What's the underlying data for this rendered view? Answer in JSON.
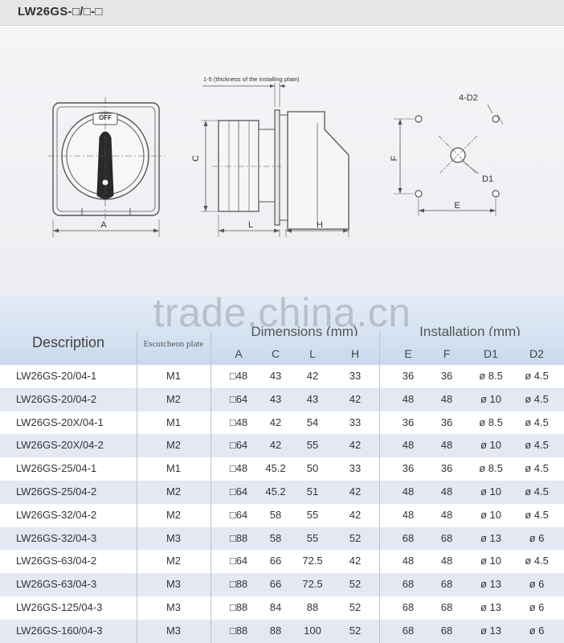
{
  "header": {
    "title": "LW26GS-□/□-□"
  },
  "drawing": {
    "plate_note": "1-5 (thickness of the installing plate)",
    "label_A": "A",
    "label_C": "C",
    "label_L": "L",
    "label_H": "H",
    "label_F": "F",
    "label_E": "E",
    "label_D1": "D1",
    "label_D2": "4-D2",
    "switch_label": "OFF"
  },
  "watermark": "trade.china.cn",
  "table": {
    "col_description": "Description",
    "col_escutcheon": "Escutcheon plate",
    "group_dimensions": "Dimensions (mm)",
    "group_installation": "Installation (mm)",
    "cols": {
      "a": "A",
      "c": "C",
      "l": "L",
      "h": "H",
      "e": "E",
      "f": "F",
      "d1": "D1",
      "d2": "D2"
    },
    "rows": [
      {
        "desc": "LW26GS-20/04-1",
        "esc": "M1",
        "a": "□48",
        "c": "43",
        "l": "42",
        "h": "33",
        "e": "36",
        "f": "36",
        "d1": "ø 8.5",
        "d2": "ø 4.5"
      },
      {
        "desc": "LW26GS-20/04-2",
        "esc": "M2",
        "a": "□64",
        "c": "43",
        "l": "43",
        "h": "42",
        "e": "48",
        "f": "48",
        "d1": "ø 10",
        "d2": "ø 4.5"
      },
      {
        "desc": "LW26GS-20X/04-1",
        "esc": "M1",
        "a": "□48",
        "c": "42",
        "l": "54",
        "h": "33",
        "e": "36",
        "f": "36",
        "d1": "ø 8.5",
        "d2": "ø 4.5"
      },
      {
        "desc": "LW26GS-20X/04-2",
        "esc": "M2",
        "a": "□64",
        "c": "42",
        "l": "55",
        "h": "42",
        "e": "48",
        "f": "48",
        "d1": "ø 10",
        "d2": "ø 4.5"
      },
      {
        "desc": "LW26GS-25/04-1",
        "esc": "M1",
        "a": "□48",
        "c": "45.2",
        "l": "50",
        "h": "33",
        "e": "36",
        "f": "36",
        "d1": "ø 8.5",
        "d2": "ø 4.5"
      },
      {
        "desc": "LW26GS-25/04-2",
        "esc": "M2",
        "a": "□64",
        "c": "45.2",
        "l": "51",
        "h": "42",
        "e": "48",
        "f": "48",
        "d1": "ø 10",
        "d2": "ø 4.5"
      },
      {
        "desc": "LW26GS-32/04-2",
        "esc": "M2",
        "a": "□64",
        "c": "58",
        "l": "55",
        "h": "42",
        "e": "48",
        "f": "48",
        "d1": "ø 10",
        "d2": "ø 4.5"
      },
      {
        "desc": "LW26GS-32/04-3",
        "esc": "M3",
        "a": "□88",
        "c": "58",
        "l": "55",
        "h": "52",
        "e": "68",
        "f": "68",
        "d1": "ø 13",
        "d2": "ø 6"
      },
      {
        "desc": "LW26GS-63/04-2",
        "esc": "M2",
        "a": "□64",
        "c": "66",
        "l": "72.5",
        "h": "42",
        "e": "48",
        "f": "48",
        "d1": "ø 10",
        "d2": "ø 4.5"
      },
      {
        "desc": "LW26GS-63/04-3",
        "esc": "M3",
        "a": "□88",
        "c": "66",
        "l": "72.5",
        "h": "52",
        "e": "68",
        "f": "68",
        "d1": "ø 13",
        "d2": "ø 6"
      },
      {
        "desc": "LW26GS-125/04-3",
        "esc": "M3",
        "a": "□88",
        "c": "84",
        "l": "88",
        "h": "52",
        "e": "68",
        "f": "68",
        "d1": "ø 13",
        "d2": "ø 6"
      },
      {
        "desc": "LW26GS-160/04-3",
        "esc": "M3",
        "a": "□88",
        "c": "88",
        "l": "100",
        "h": "52",
        "e": "68",
        "f": "68",
        "d1": "ø 13",
        "d2": "ø 6"
      }
    ]
  }
}
